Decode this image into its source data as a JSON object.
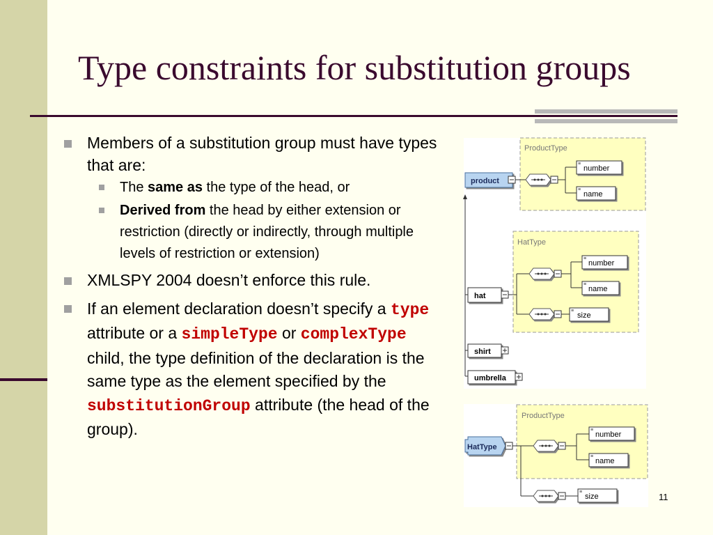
{
  "slide": {
    "title": "Type constraints for substitution groups",
    "page_number": "11"
  },
  "bullets": {
    "b1": "Members of a substitution group must have types that are:",
    "b1a_pre": "The ",
    "b1a_bold": "same as",
    "b1a_post": " the type of the head, or",
    "b1b_bold": "Derived from",
    "b1b_post": " the head by either extension or restriction (directly or indirectly, through multiple levels of restriction or extension)",
    "b2": "XMLSPY 2004 doesn’t enforce this rule.",
    "b3_t1": "If an element declaration doesn’t specify a ",
    "b3_c1": "type",
    "b3_t2": " attribute or a ",
    "b3_c2": "simpleType",
    "b3_t3": " or ",
    "b3_c3": "complexType",
    "b3_t4": " child, the type definition of the declaration is the same type as the element specified by the ",
    "b3_c4": "substitutionGroup",
    "b3_t5": " attribute (the head of the group)."
  },
  "diagram1": {
    "head": "product",
    "head_type": "ProductType",
    "head_children": [
      "number",
      "name"
    ],
    "hat": "hat",
    "hat_type": "HatType",
    "hat_children": [
      "number",
      "name",
      "size"
    ],
    "shirt": "shirt",
    "umbrella": "umbrella"
  },
  "diagram2": {
    "head": "HatType",
    "base_type": "ProductType",
    "children": [
      "number",
      "name",
      "size"
    ]
  },
  "colors": {
    "title": "#3a0a2e",
    "code": "#c00000",
    "sidebar": "#d5d5a8",
    "type_box": "#ffffc0"
  }
}
